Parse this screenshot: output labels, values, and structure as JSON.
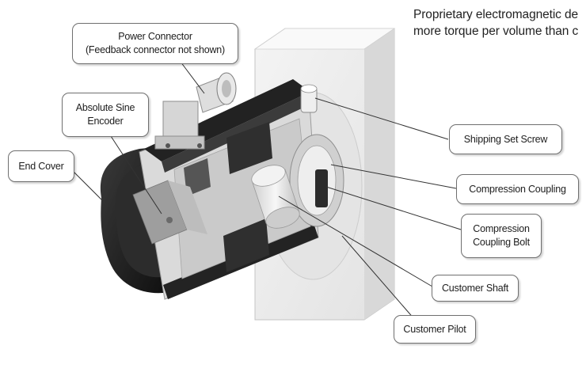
{
  "headline": {
    "line1": "Proprietary electromagnetic de",
    "line2": "more torque per volume than c"
  },
  "callouts": {
    "power_connector": {
      "line1": "Power Connector",
      "line2": "(Feedback connector not shown)"
    },
    "absolute_sine_encoder": {
      "line1": "Absolute Sine",
      "line2": "Encoder"
    },
    "end_cover": "End Cover",
    "shipping_set_screw": "Shipping Set Screw",
    "compression_coupling": "Compression Coupling",
    "compression_coupling_bolt": {
      "line1": "Compression",
      "line2": "Coupling Bolt"
    },
    "customer_shaft": "Customer Shaft",
    "customer_pilot": "Customer Pilot"
  },
  "colors": {
    "housing_dark": "#1e1e1e",
    "mount_plate": "#ececec",
    "metal_light": "#d9d9d9",
    "metal_mid": "#b8b8b8",
    "callout_border": "#6f6f6f"
  }
}
